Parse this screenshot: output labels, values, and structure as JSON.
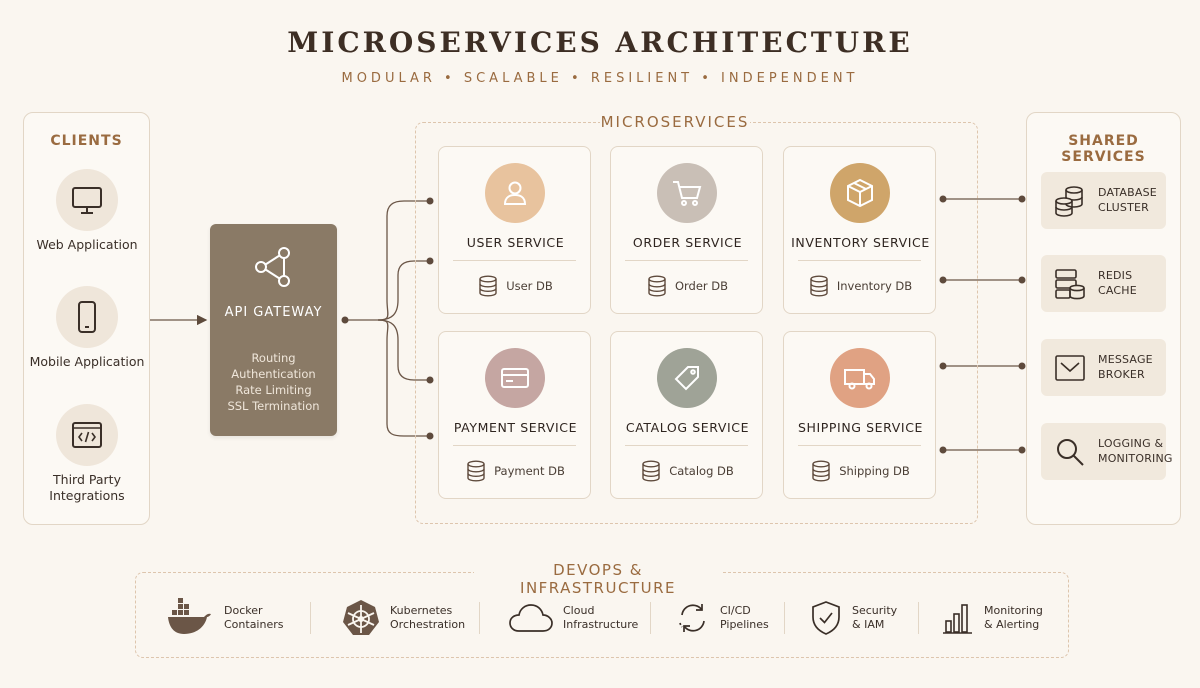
{
  "header": {
    "title": "MICROSERVICES ARCHITECTURE",
    "subtitle": "MODULAR • SCALABLE • RESILIENT • INDEPENDENT"
  },
  "clients": {
    "title": "CLIENTS",
    "items": [
      {
        "label": "Web Application",
        "icon": "monitor-icon"
      },
      {
        "label": "Mobile Application",
        "icon": "mobile-phone-icon"
      },
      {
        "label": "Third Party Integrations",
        "icon": "code-window-icon"
      }
    ]
  },
  "gateway": {
    "title": "API GATEWAY",
    "icon": "share-nodes-icon",
    "features": [
      "Routing",
      "Authentication",
      "Rate Limiting",
      "SSL Termination"
    ]
  },
  "microservices": {
    "title": "MICROSERVICES",
    "services": [
      {
        "name": "USER SERVICE",
        "db": "User DB",
        "icon": "user-icon",
        "color": "#e8c39e"
      },
      {
        "name": "ORDER SERVICE",
        "db": "Order DB",
        "icon": "cart-icon",
        "color": "#c9bfb6"
      },
      {
        "name": "INVENTORY SERVICE",
        "db": "Inventory DB",
        "icon": "box-icon",
        "color": "#cfa56a"
      },
      {
        "name": "PAYMENT SERVICE",
        "db": "Payment DB",
        "icon": "credit-card-icon",
        "color": "#c5a6a2"
      },
      {
        "name": "CATALOG SERVICE",
        "db": "Catalog DB",
        "icon": "tag-icon",
        "color": "#9fa397"
      },
      {
        "name": "SHIPPING SERVICE",
        "db": "Shipping DB",
        "icon": "truck-icon",
        "color": "#e0a283"
      }
    ]
  },
  "shared": {
    "title": "SHARED SERVICES",
    "items": [
      {
        "label": "DATABASE CLUSTER",
        "icon": "database-cluster-icon"
      },
      {
        "label": "REDIS CACHE",
        "icon": "cache-icon"
      },
      {
        "label": "MESSAGE BROKER",
        "icon": "inbox-icon"
      },
      {
        "label": "LOGGING & MONITORING",
        "icon": "magnifier-icon"
      }
    ]
  },
  "devops": {
    "title": "DEVOPS & INFRASTRUCTURE",
    "items": [
      {
        "line1": "Docker",
        "line2": "Containers",
        "icon": "docker-whale-icon"
      },
      {
        "line1": "Kubernetes",
        "line2": "Orchestration",
        "icon": "kubernetes-wheel-icon"
      },
      {
        "line1": "Cloud",
        "line2": "Infrastructure",
        "icon": "cloud-icon"
      },
      {
        "line1": "CI/CD",
        "line2": "Pipelines",
        "icon": "cycle-arrows-icon"
      },
      {
        "line1": "Security",
        "line2": "& IAM",
        "icon": "shield-check-icon"
      },
      {
        "line1": "Monitoring",
        "line2": "& Alerting",
        "icon": "bar-chart-icon"
      }
    ]
  }
}
